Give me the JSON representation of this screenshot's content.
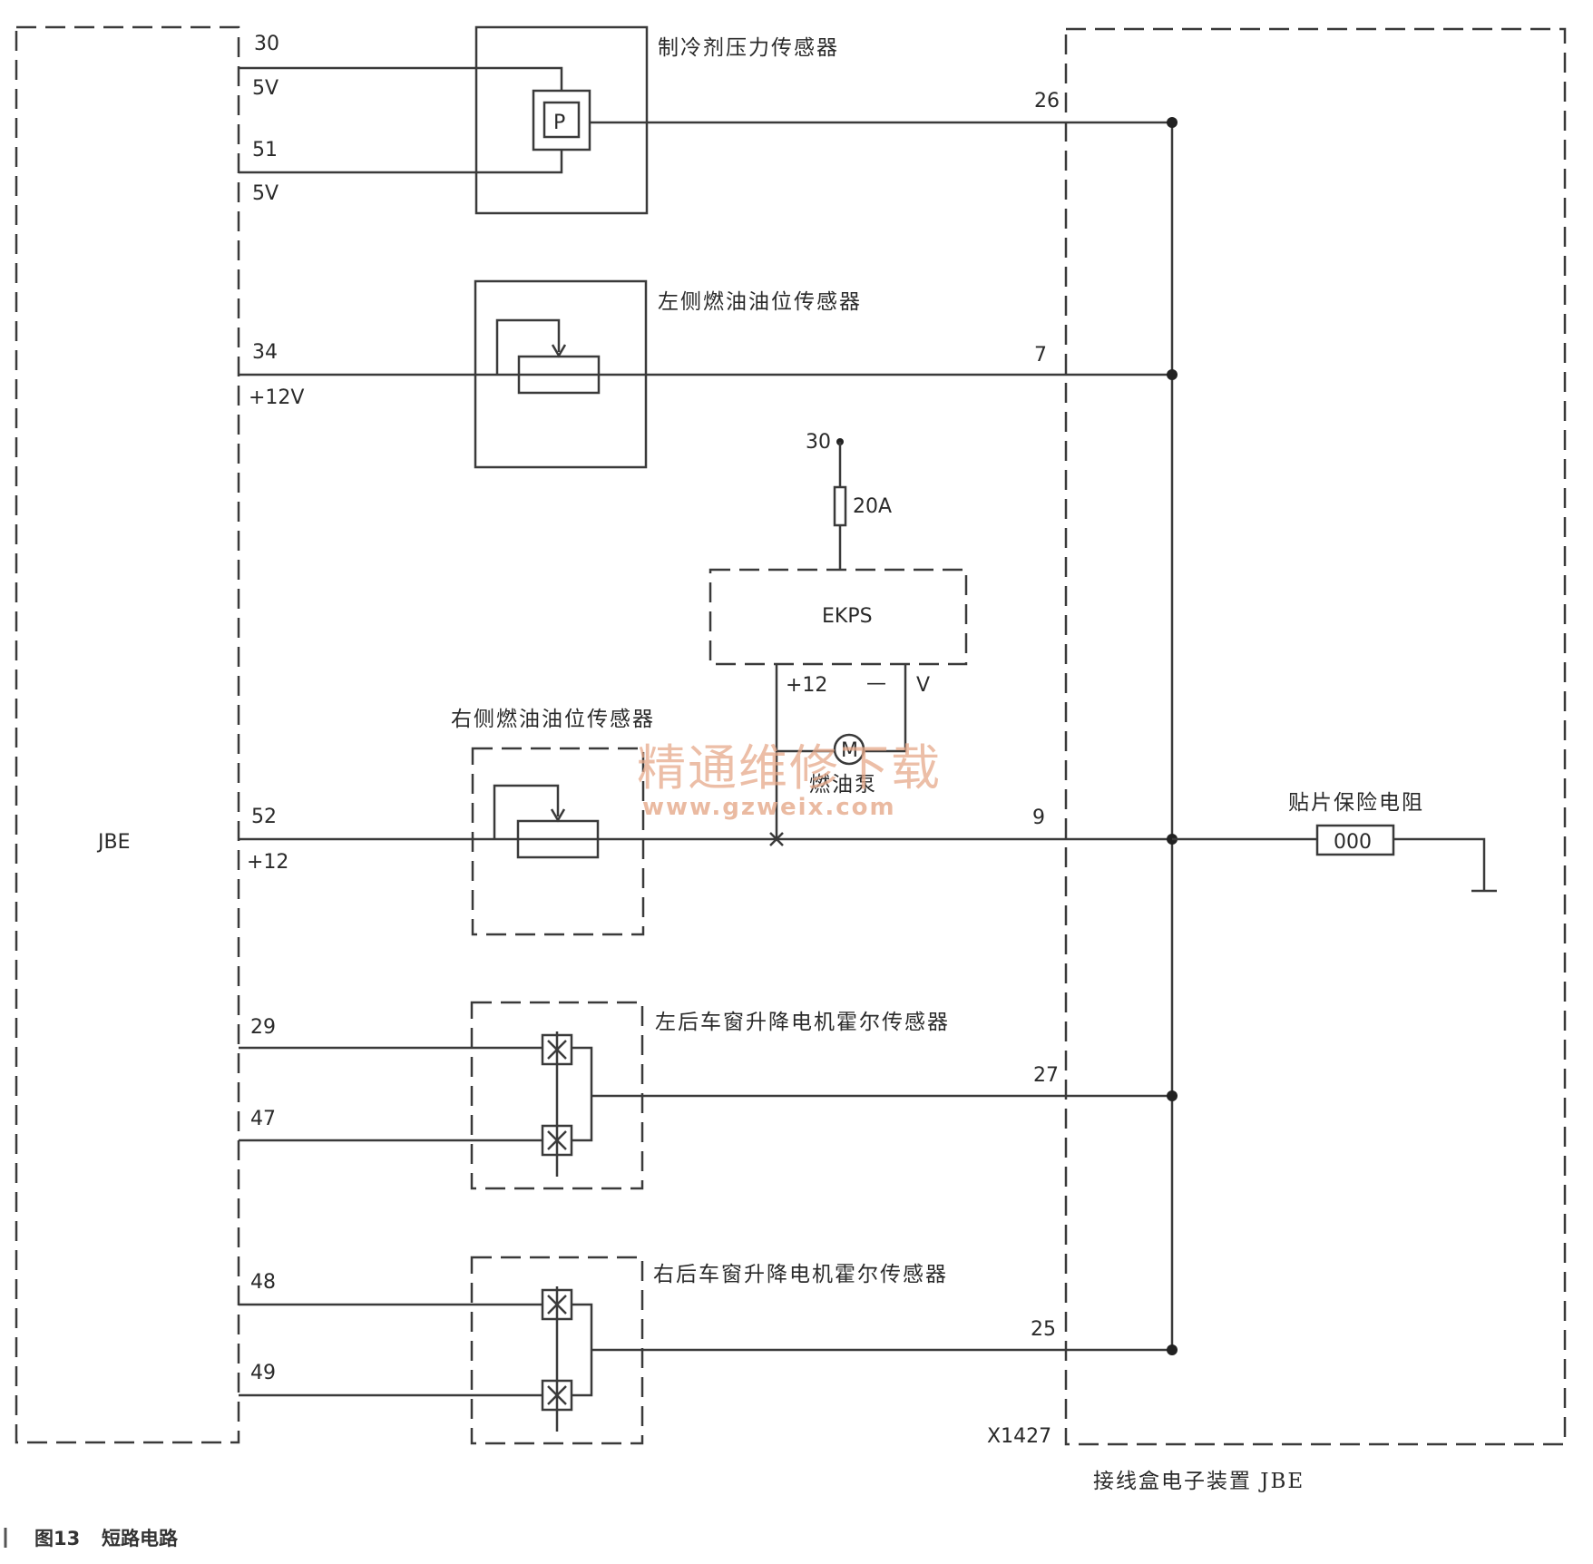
{
  "labels": {
    "jbe_left": "JBE",
    "jbe_module": "接线盒电子装置 JBE",
    "connector": "X1427",
    "refrigerant_sensor": "制冷剂压力传感器",
    "left_fuel_sensor": "左侧燃油油位传感器",
    "right_fuel_sensor": "右侧燃油油位传感器",
    "left_rear_hall": "左后车窗升降电机霍尔传感器",
    "right_rear_hall": "右后车窗升降电机霍尔传感器",
    "ekps": "EKPS",
    "fuel_pump": "燃油泵",
    "fuse": "20A",
    "terminal_30": "30",
    "ekps_plus12": "+12",
    "ekps_minus": "—",
    "ekps_v": "V",
    "chip_resistor": "贴片保险电阻",
    "chip_code": "000",
    "pressure_symbol": "P",
    "motor_symbol": "M"
  },
  "pins_left": {
    "p30": "30",
    "v1": "5V",
    "p51": "51",
    "v2": "5V",
    "p34": "34",
    "v3": "+12V",
    "p52": "52",
    "v4": "+12",
    "p29": "29",
    "p47": "47",
    "p48": "48",
    "p49": "49"
  },
  "pins_right": {
    "p26": "26",
    "p7": "7",
    "p9": "9",
    "p27": "27",
    "p25": "25"
  },
  "watermark": {
    "line1": "精通维修下载",
    "line2": "www.gzweix.com"
  },
  "caption": {
    "figure": "图13",
    "title": "短路电路"
  }
}
